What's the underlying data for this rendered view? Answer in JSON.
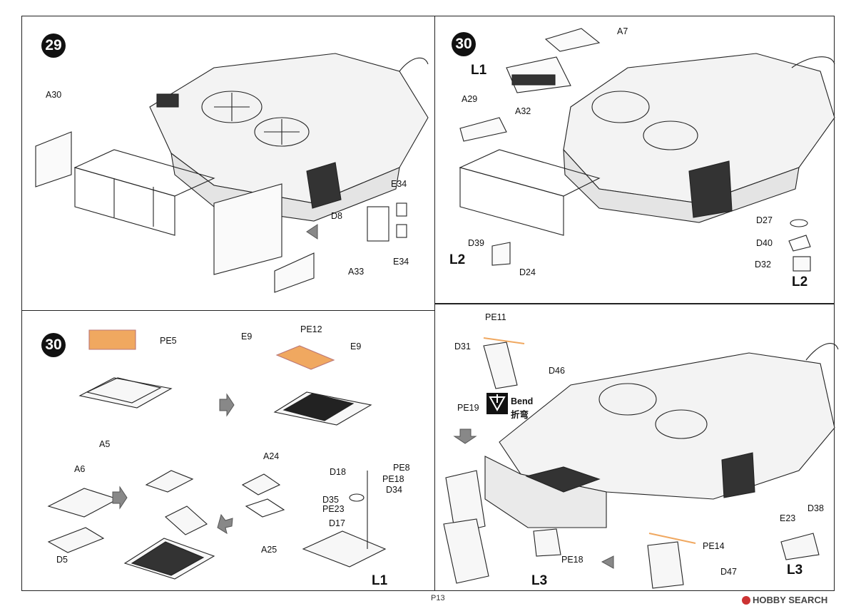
{
  "steps": {
    "s29": "29",
    "s30a": "30",
    "s30b": "30"
  },
  "panel29": {
    "labels": [
      "A30",
      "E34",
      "D8",
      "E34",
      "A33"
    ]
  },
  "panel30a": {
    "labels": [
      "A7",
      "A29",
      "A32",
      "D27",
      "D40",
      "D32",
      "D39",
      "D24"
    ],
    "big": [
      "L1",
      "L2",
      "L2"
    ]
  },
  "panel30b": {
    "labels": [
      "PE5",
      "A5",
      "E9",
      "PE12",
      "E9",
      "A6",
      "D5",
      "A24",
      "A25",
      "D18",
      "PE8",
      "PE18",
      "D34",
      "D35",
      "PE23",
      "D17"
    ],
    "big": [
      "L1"
    ]
  },
  "panel30c": {
    "labels": [
      "PE11",
      "D31",
      "D46",
      "PE19",
      "E23",
      "D38",
      "PE14",
      "D47",
      "PE18"
    ],
    "bend_en": "Bend",
    "bend_cn": "折弯",
    "big": [
      "L3",
      "L3"
    ]
  },
  "footer": {
    "page": "P13",
    "watermark": "HOBBY SEARCH"
  },
  "colors": {
    "line": "#222222",
    "photoetch": "#f0a860",
    "arrow": "#888888"
  }
}
